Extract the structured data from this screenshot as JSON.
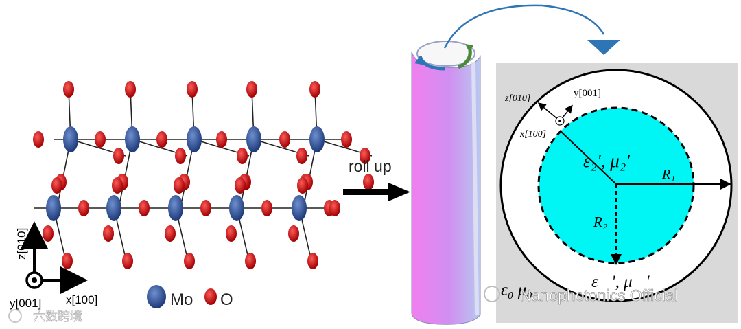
{
  "crystal": {
    "axis_z_label": "z[010]",
    "axis_x_label": "x[100]",
    "axis_y_label": "y[001]",
    "legend": [
      {
        "symbol": "mo-atom",
        "label": "Mo",
        "color": "#2f5597"
      },
      {
        "symbol": "o-atom",
        "label": "O",
        "color": "#cc1111"
      }
    ]
  },
  "arrow_label": "roll up",
  "cross_section": {
    "axis_z_label": "z[010]",
    "axis_y_label": "y[001]",
    "axis_x_label": "x[100]",
    "inner_label": "ε₂', μ₂'",
    "r1_label": "R₁",
    "r2_label": "R₂",
    "shell_label": "ε⃗', μ⃗'",
    "outer_label": "ε₀ μ₀",
    "colors": {
      "core": "#00f5f5",
      "background": "#d9d9d9",
      "shell": "#ffffff"
    }
  },
  "cylinder_colors": {
    "left": "#f07ff0",
    "right": "#b8c8f0"
  },
  "watermarks": {
    "right": "Nanophotonics Official",
    "left": "六数跨境"
  }
}
